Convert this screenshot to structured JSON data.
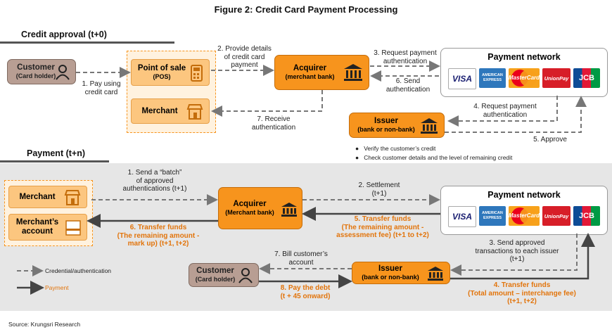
{
  "figure_title": "Figure 2: Credit Card Payment Processing",
  "approval": {
    "title": "Credit approval (t+0)",
    "customer": {
      "name": "Customer",
      "sub": "(Card holder)"
    },
    "pos": {
      "name": "Point of sale",
      "sub": "(POS)"
    },
    "merchant": "Merchant",
    "acquirer": {
      "name": "Acquirer",
      "sub": "(merchant bank)"
    },
    "network": "Payment network",
    "issuer": {
      "name": "Issuer",
      "sub": "(bank or non-bank)"
    },
    "steps": {
      "s1": [
        "1. Pay using",
        "credit card"
      ],
      "s2": [
        "2. Provide details",
        "of credit card",
        "payment"
      ],
      "s3": [
        "3. Request payment",
        "authentication"
      ],
      "s4": [
        "4. Request payment",
        "authentication"
      ],
      "s5": "5. Approve",
      "s6": [
        "6. Send",
        "authentication"
      ],
      "s7": [
        "7. Receive",
        "authentication"
      ]
    },
    "notes": [
      "Verify the customer’s credit",
      "Check customer details and the level of remaining credit"
    ]
  },
  "payment": {
    "title": "Payment (t+n)",
    "merchant": "Merchant",
    "merchant_account": [
      "Merchant’s",
      "account"
    ],
    "acquirer": {
      "name": "Acquirer",
      "sub": "(Merchant bank)"
    },
    "network": "Payment network",
    "issuer": {
      "name": "Issuer",
      "sub": "(bank or non-bank)"
    },
    "customer": {
      "name": "Customer",
      "sub": "(Card holder)"
    },
    "steps": {
      "s1": [
        "1. Send a “batch”",
        "of approved",
        "authentications (t+1)"
      ],
      "s2": [
        "2. Settlement",
        "(t+1)"
      ],
      "s3": [
        "3. Send approved",
        "transactions to each issuer",
        "(t+1)"
      ],
      "s4": [
        "4. Transfer funds",
        "(Total amount – interchange fee)",
        "(t+1, t+2)"
      ],
      "s5": [
        "5. Transfer funds",
        "(The remaining amount -",
        "assessment fee) (t+1 to t+2)"
      ],
      "s6": [
        "6. Transfer funds",
        "(The remaining amount -",
        "mark up) (t+1, t+2)"
      ],
      "s7": [
        "7. Bill customer’s",
        "account"
      ],
      "s8": [
        "8. Pay the debt",
        "(t + 45 onward)"
      ]
    }
  },
  "legend": {
    "credential": "Credential/authentication",
    "payment": "Payment"
  },
  "cards": {
    "visa": "VISA",
    "amex": "AMERICAN EXPRESS",
    "master": "MasterCard",
    "unionpay": "UnionPay",
    "jcb": "JCB"
  },
  "colors": {
    "orange": "#f7941d",
    "light_orange": "#fcc67f",
    "brown": "#b89e93",
    "arrow": "#555555",
    "orange_text": "#e2740b"
  },
  "source": "Source: Krungsri Research"
}
